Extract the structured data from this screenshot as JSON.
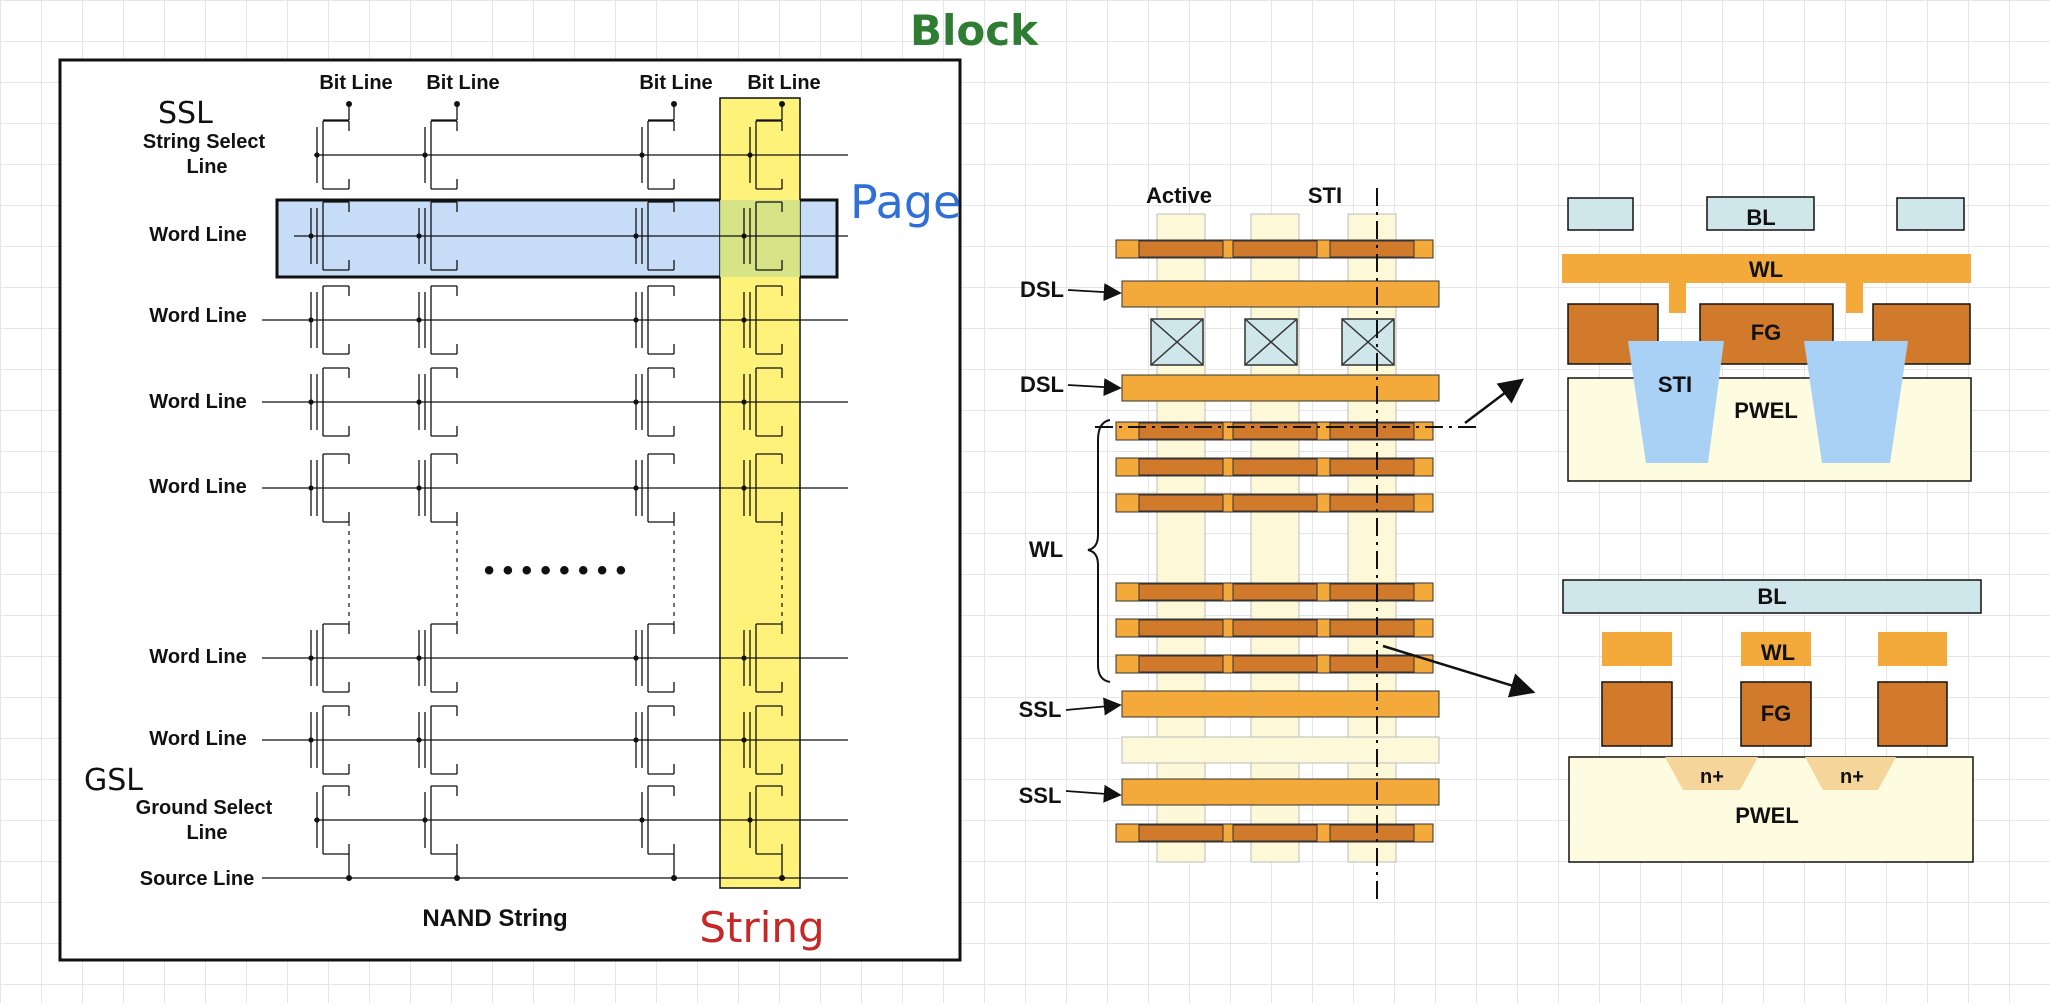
{
  "annotations": {
    "block": "Block",
    "page": "Page",
    "string": "String",
    "ssl": "SSL",
    "gsl": "GSL",
    "colors": {
      "block": "#2e7d32",
      "page": "#2f6fd6",
      "string": "#c62828"
    }
  },
  "nand": {
    "bit_lines": [
      "Bit Line",
      "Bit Line",
      "Bit Line",
      "Bit Line"
    ],
    "string_select_line": "String Select Line",
    "word_lines": [
      "Word Line",
      "Word Line",
      "Word Line",
      "Word Line",
      "Word Line",
      "Word Line"
    ],
    "ground_select_line": "Ground Select Line",
    "source_line": "Source Line",
    "ellipsis": "• • • • • • • •",
    "caption": "NAND String",
    "colors": {
      "page_highlight": "#c6dcf7",
      "string_highlight": "#fff27a"
    }
  },
  "layout_view": {
    "active_label": "Active",
    "sti_label": "STI",
    "labels": {
      "dsl_1": "DSL",
      "dsl_2": "DSL",
      "wl": "WL",
      "ssl_1": "SSL",
      "ssl_2": "SSL"
    },
    "colors": {
      "active": "#fdf9d8",
      "gate": "#f4a93b",
      "fg": "#d27a2b",
      "contact": "#cfe7ea"
    }
  },
  "cross_section_wl": {
    "bl": "BL",
    "wl": "WL",
    "fg": "FG",
    "sti": "STI",
    "pwel": "PWEL",
    "colors": {
      "bl": "#cfe7ea",
      "wl": "#f4a93b",
      "fg": "#d27a2b",
      "sti": "#a9d0f5",
      "pwel": "#fdfbe0"
    }
  },
  "cross_section_bl": {
    "bl": "BL",
    "wl": "WL",
    "fg": "FG",
    "n_plus_1": "n+",
    "n_plus_2": "n+",
    "pwel": "PWEL",
    "colors": {
      "n_plus": "#f6d59a"
    }
  }
}
